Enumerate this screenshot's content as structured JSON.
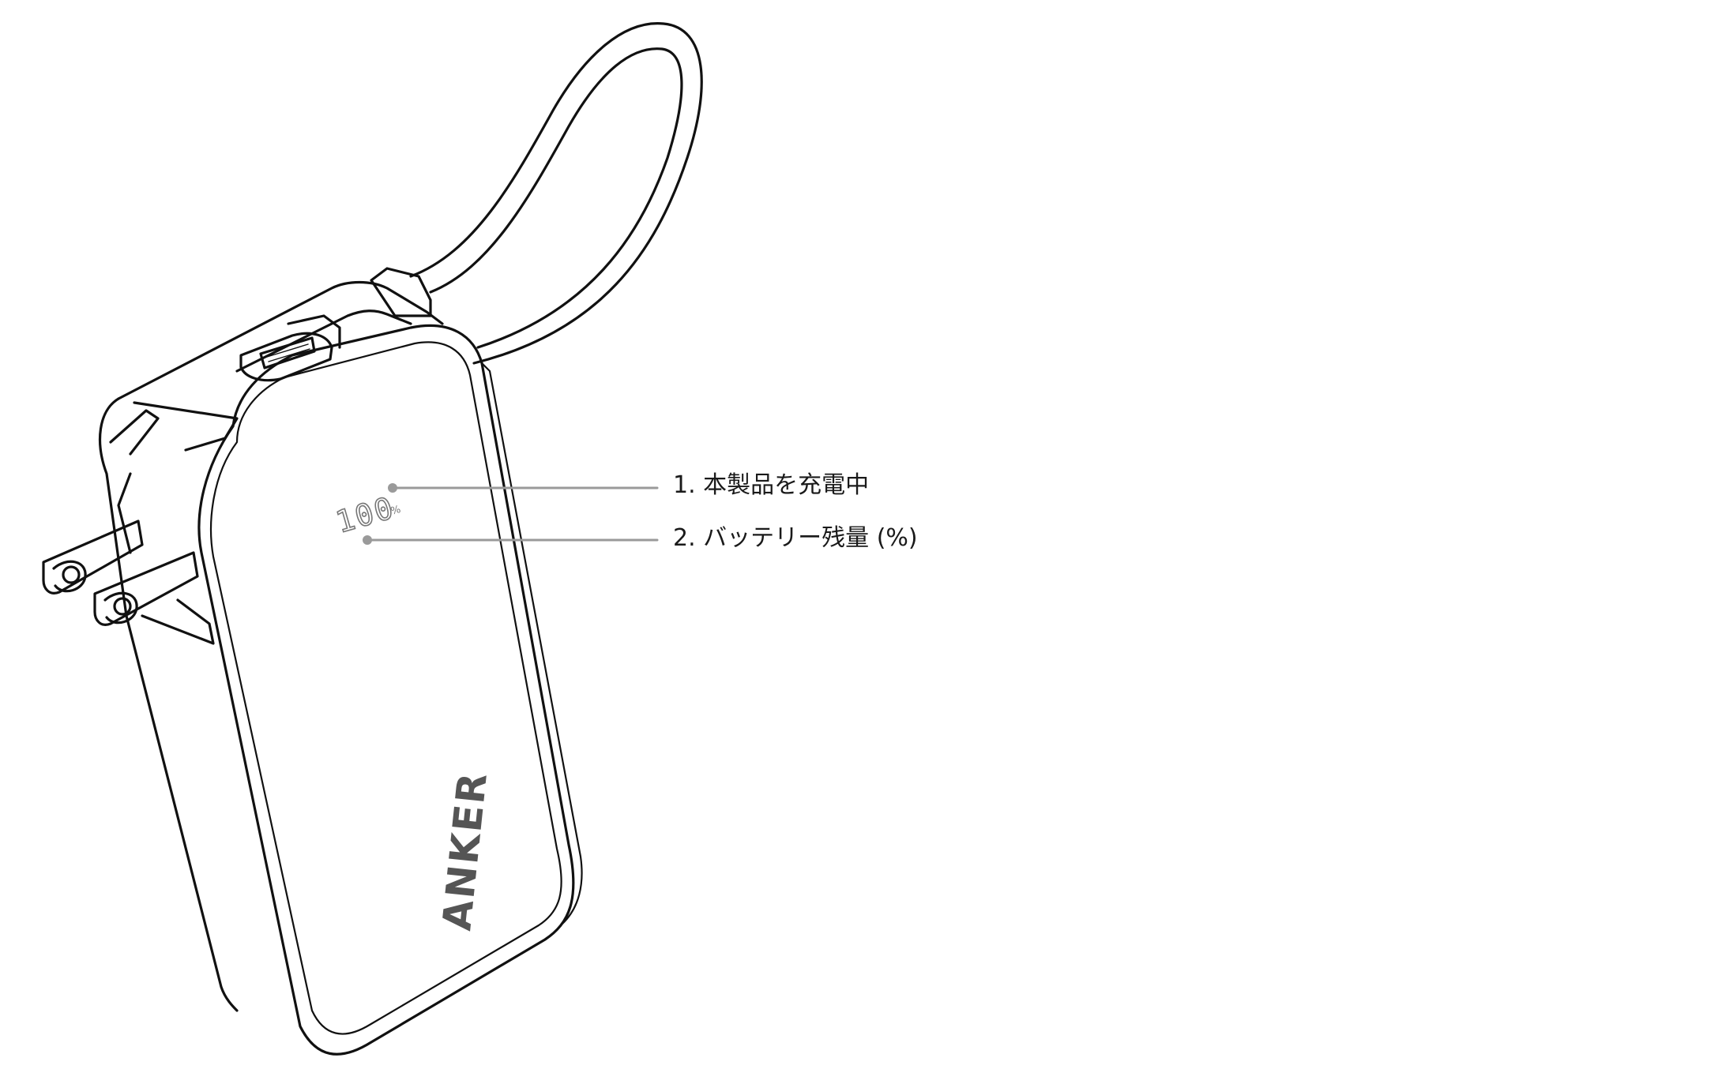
{
  "device": {
    "brand_logo_text": "ANKER",
    "display_readout": "100",
    "display_unit": "%"
  },
  "callouts": [
    {
      "number": "1.",
      "text": "本製品を充電中",
      "full": "1. 本製品を充電中"
    },
    {
      "number": "2.",
      "text": "バッテリー残量 (%)",
      "full": "2. バッテリー残量 (%)"
    }
  ],
  "colors": {
    "line": "#111111",
    "leader": "#9a9a9a",
    "logo": "#555555",
    "display": "#777777",
    "background": "#ffffff"
  }
}
